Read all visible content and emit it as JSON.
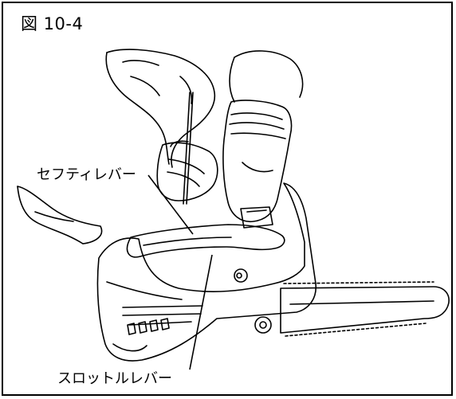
{
  "figure": {
    "title": "図 10-4",
    "callouts": {
      "safety_lever": "セフティレバー",
      "throttle_lever": "スロットルレバー"
    }
  }
}
